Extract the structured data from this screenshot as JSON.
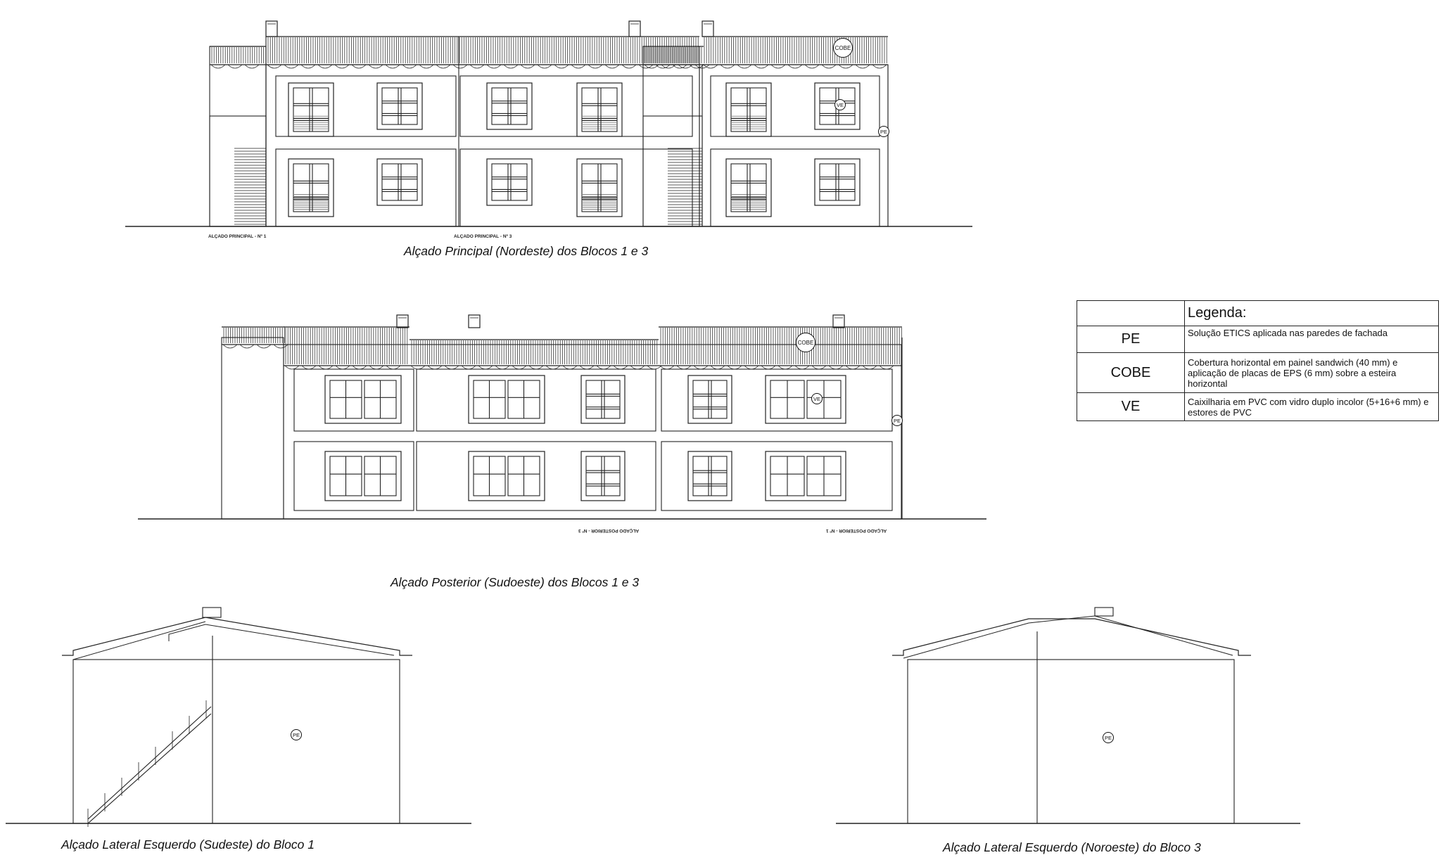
{
  "captions": {
    "front": "Alçado Principal (Nordeste) dos Blocos 1 e 3",
    "rear": "Alçado Posterior (Sudoeste) dos Blocos 1 e 3",
    "side1": "Alçado Lateral Esquerdo (Sudeste) do Bloco 1",
    "side3": "Alçado Lateral Esquerdo (Noroeste) do Bloco 3"
  },
  "small_labels": {
    "front_n1": "ALÇADO PRINCIPAL - Nº 1",
    "front_n3": "ALÇADO PRINCIPAL - Nº 3",
    "rear_n3": "ALÇADO POSTERIOR - Nº 3",
    "rear_n1": "ALÇADO POSTERIOR - Nº 1"
  },
  "tags": {
    "cobe": "COBE",
    "ve": "VE",
    "pe": "PE"
  },
  "legend": {
    "title": "Legenda:",
    "rows": [
      {
        "code": "PE",
        "desc": "Solução ETICS aplicada nas paredes de fachada"
      },
      {
        "code": "COBE",
        "desc": "Cobertura horizontal em painel sandwich (40 mm) e aplicação de placas de EPS (6 mm) sobre a esteira horizontal"
      },
      {
        "code": "VE",
        "desc": "Caixilharia em PVC com vidro duplo incolor (5+16+6 mm) e estores de PVC"
      }
    ]
  }
}
